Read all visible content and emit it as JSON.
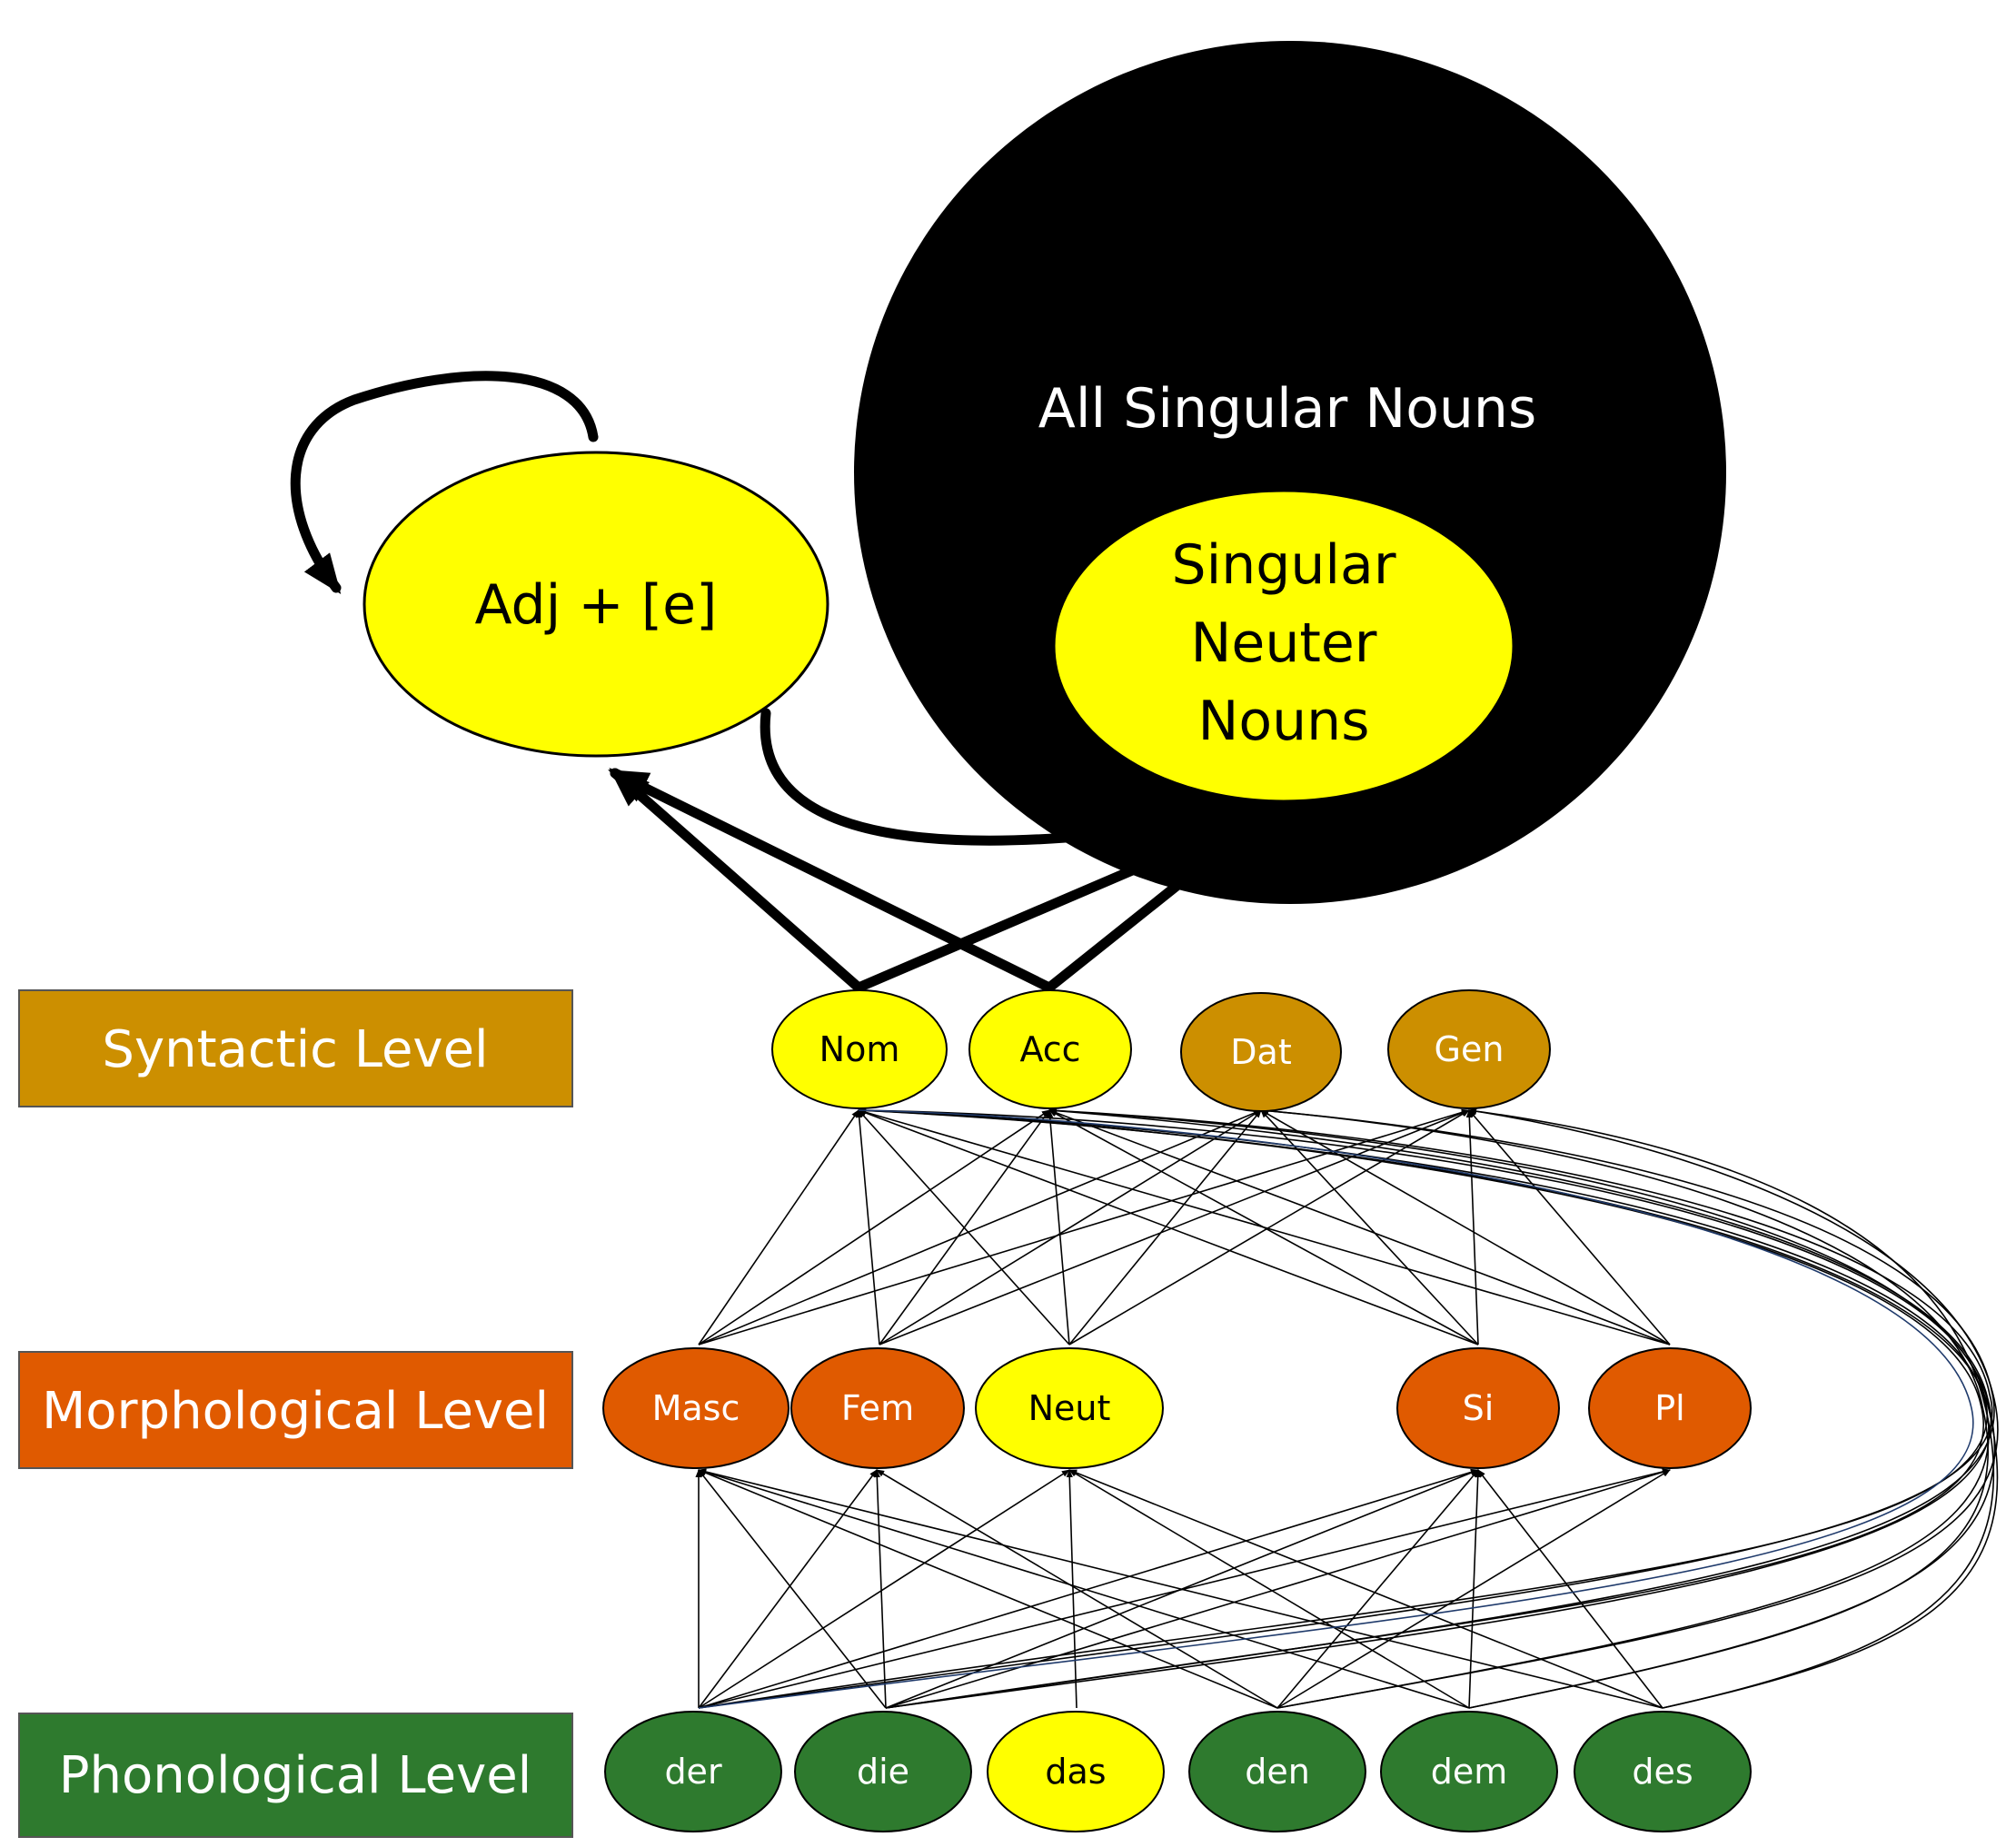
{
  "levels": {
    "syntactic": "Syntactic Level",
    "morphological": "Morphological Level",
    "phonological": "Phonological Level"
  },
  "top": {
    "all_nouns": "All Singular Nouns",
    "neuter_line1": "Singular",
    "neuter_line2": "Neuter",
    "neuter_line3": "Nouns",
    "adj": "Adj + [e]"
  },
  "syntactic_nodes": {
    "nom": "Nom",
    "acc": "Acc",
    "dat": "Dat",
    "gen": "Gen"
  },
  "morph_nodes": {
    "masc": "Masc",
    "fem": "Fem",
    "neut": "Neut",
    "si": "Si",
    "pl": "Pl"
  },
  "phon_nodes": {
    "der": "der",
    "die": "die",
    "das": "das",
    "den": "den",
    "dem": "dem",
    "des": "des"
  },
  "colors": {
    "syntactic_box": "#cc8f00",
    "morph_box": "#e05a00",
    "phon_box": "#2e7a2e",
    "active": "#ffff00",
    "syntactic_node": "#cc8f00",
    "morph_node": "#e05a00",
    "phon_node": "#2e7a2e",
    "black": "#000000"
  }
}
